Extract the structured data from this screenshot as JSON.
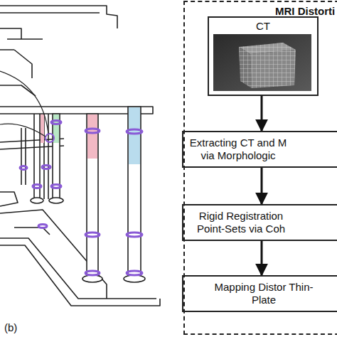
{
  "diagram": {
    "nodes": [
      {
        "text": [
          "MRI Distorti"
        ]
      },
      {
        "text": [
          "CT"
        ],
        "in": 0
      },
      {
        "text": [
          "Extracting CT and M via Morphologic"
        ],
        "in": 0
      },
      {
        "text": [
          "Rigid Registration Point-Sets via Coh"
        ],
        "in": 0
      },
      {
        "text": [
          "Mapping Distor Thin-Plate"
        ],
        "in": 0
      }
    ],
    "edges": [
      {
        "from": 1,
        "to": 2,
        "arrow": "to"
      },
      {
        "from": 2,
        "to": 3,
        "arrow": "to"
      },
      {
        "from": 3,
        "to": 4,
        "arrow": "to"
      }
    ],
    "labels": [
      "(b)"
    ]
  }
}
